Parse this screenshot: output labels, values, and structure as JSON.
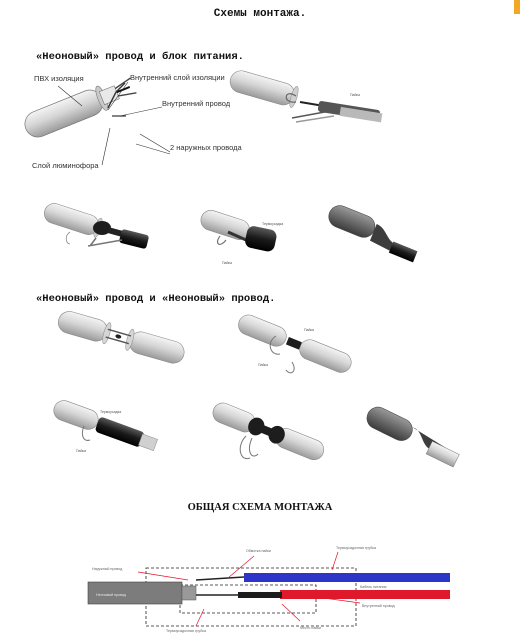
{
  "title": "Схемы монтажа.",
  "section1_title": "«Неоновый» провод и блок питания.",
  "section2_title": "«Неоновый» провод и «Неоновый» провод.",
  "general_title": "ОБЩАЯ СХЕМА МОНТАЖА",
  "wire_labels": {
    "pvc": "ПВХ изоляция",
    "inner_layer": "Внутренний слой изоляции",
    "inner_wire": "Внутренний провод",
    "outer_wires": "2 наружных провода",
    "phosphor": "Слой люминофора"
  },
  "small_labels": {
    "solder": "Пайка",
    "shrink": "Термоусадка"
  },
  "diagram_labels": {
    "wire_solder": "Обмотка пайки",
    "heat_shrink_tube": "Термоусадочная трубка",
    "outer_wire": "Наружный провод",
    "neon_wire": "Неоновый провод",
    "power_cable": "Кабель питания",
    "inner_wire": "Внутренний провод",
    "shrink_tube_bottom": "Термоусадочная трубка",
    "solder_point": "Место пайки"
  },
  "colors": {
    "accent": "#f2a825",
    "wire_blue": "#2c35c8",
    "wire_red": "#e0182c",
    "shrink_black": "#1c1c1c"
  }
}
